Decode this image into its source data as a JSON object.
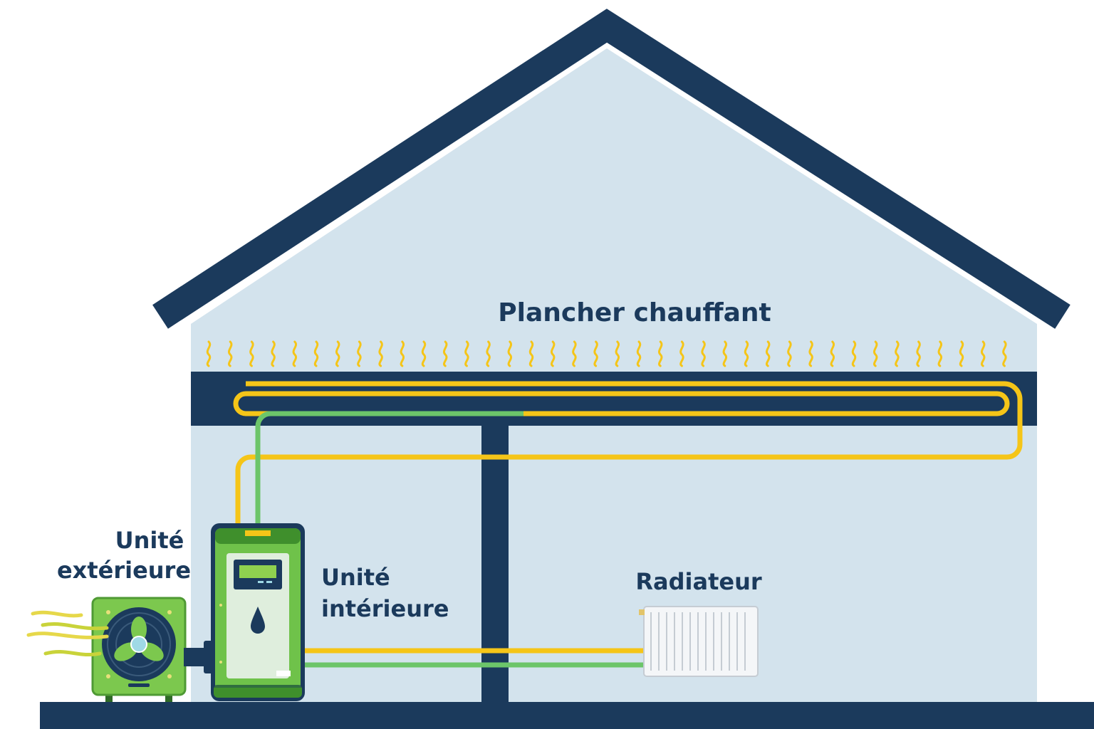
{
  "labels": {
    "floor_heating": "Plancher chauffant",
    "outdoor_unit_line1": "Unité",
    "outdoor_unit_line2": "extérieure",
    "indoor_unit_line1": "Unité",
    "indoor_unit_line2": "intérieure",
    "radiator": "Radiateur"
  },
  "colors": {
    "house_wall": "#d3e3ed",
    "house_outline": "#1b3a5c",
    "ground": "#1b3a5c",
    "hot_pipe": "#f5c518",
    "return_pipe": "#6cc56a",
    "unit_green": "#6fc24a",
    "unit_dark_green": "#3f8f2c",
    "text": "#1b3a5c"
  },
  "icons": {
    "outdoor_unit": "fan-icon",
    "indoor_unit": "water-drop-icon",
    "heat_waves": "heat-wave-icon",
    "air_flow": "air-flow-icon"
  }
}
